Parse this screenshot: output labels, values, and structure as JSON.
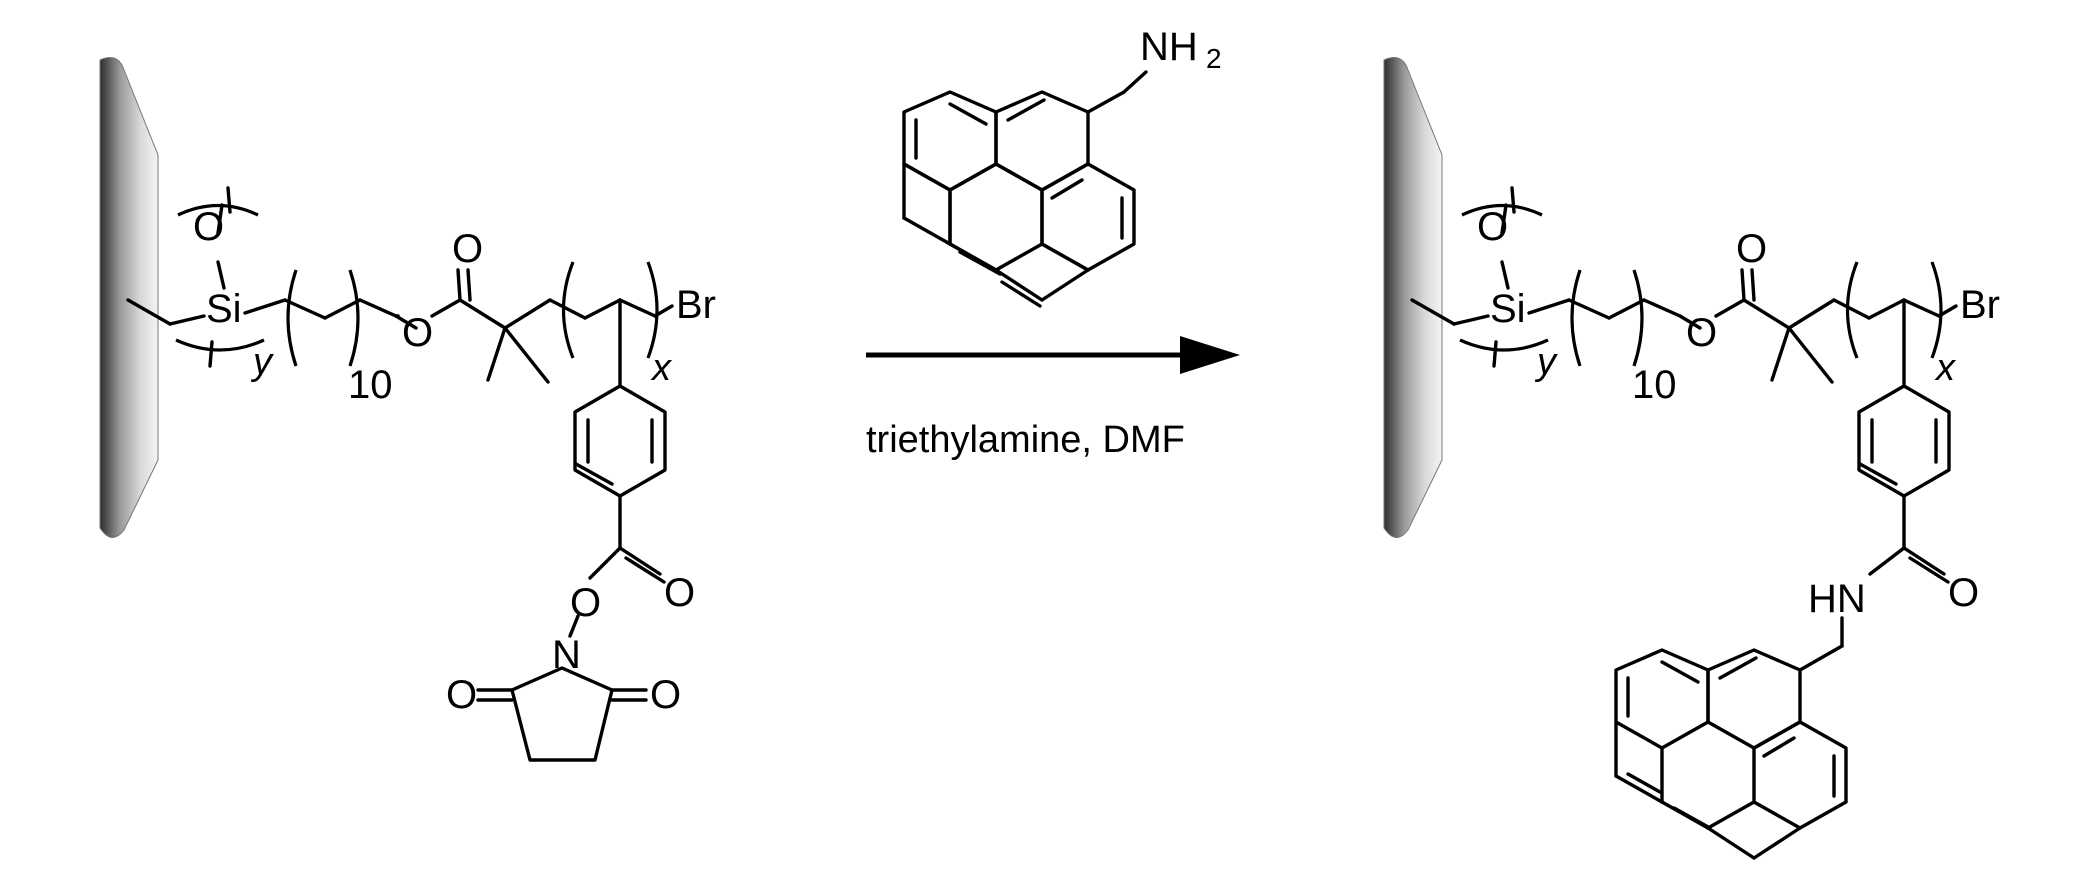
{
  "labels": {
    "o": "O",
    "si": "Si",
    "br": "Br",
    "n": "N",
    "hn": "HN",
    "nh": "NH",
    "two": "2",
    "y": "y",
    "x": "x",
    "ten": "10"
  },
  "conditions": "triethylamine, DMF",
  "colors": {
    "ink": "#000000",
    "surface_dark": "#3a3a3a",
    "surface_light": "#f2f2f2"
  }
}
